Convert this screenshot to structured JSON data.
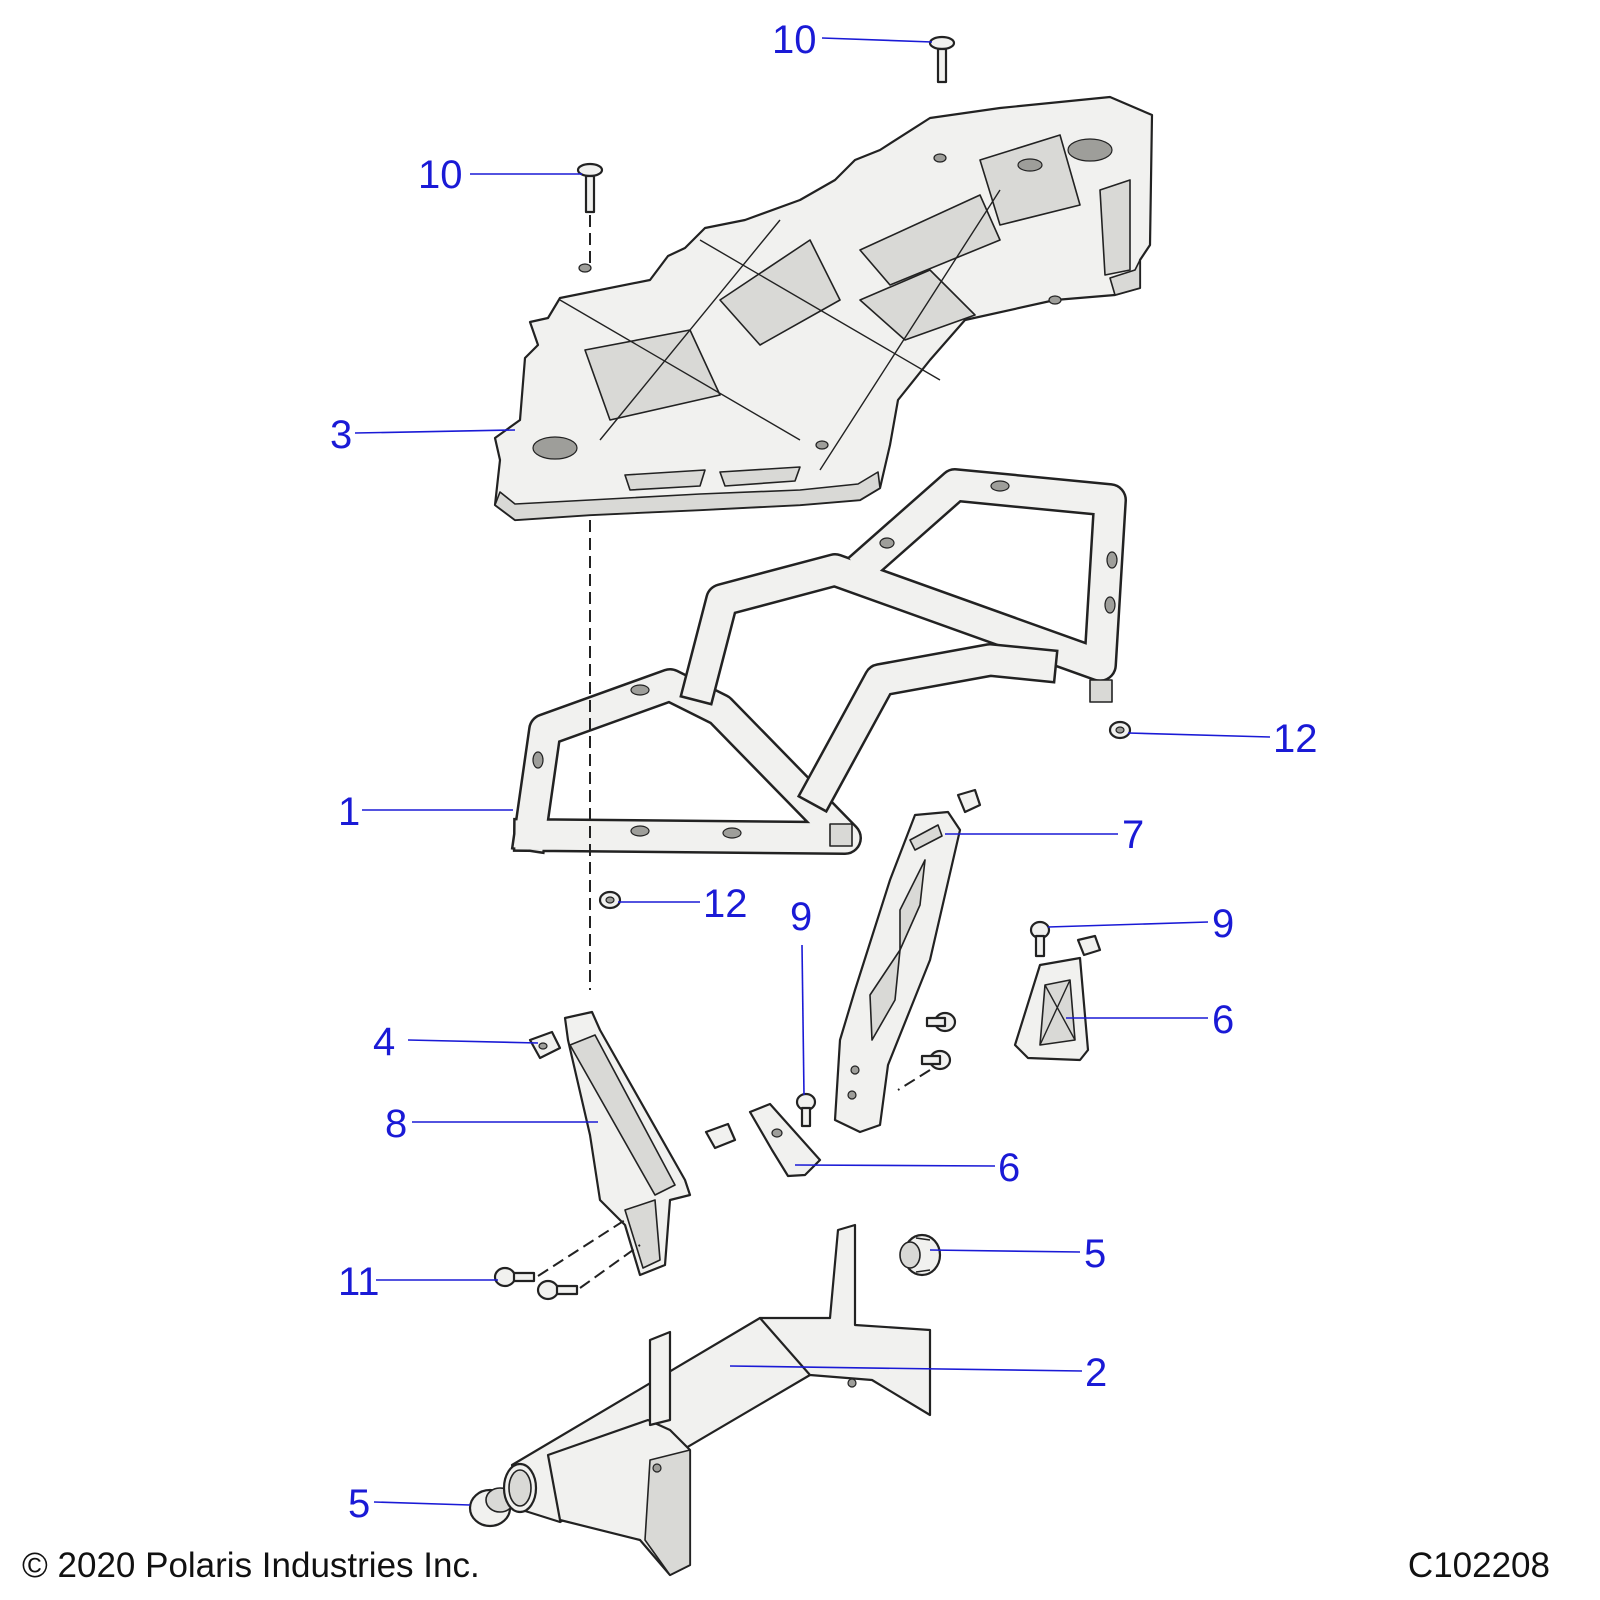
{
  "diagram": {
    "callouts": [
      {
        "id": "c10a",
        "label": "10"
      },
      {
        "id": "c10b",
        "label": "10"
      },
      {
        "id": "c3",
        "label": "3"
      },
      {
        "id": "c12a",
        "label": "12"
      },
      {
        "id": "c1",
        "label": "1"
      },
      {
        "id": "c7",
        "label": "7"
      },
      {
        "id": "c12b",
        "label": "12"
      },
      {
        "id": "c9a",
        "label": "9"
      },
      {
        "id": "c9b",
        "label": "9"
      },
      {
        "id": "c6a",
        "label": "6"
      },
      {
        "id": "c4",
        "label": "4"
      },
      {
        "id": "c8",
        "label": "8"
      },
      {
        "id": "c6b",
        "label": "6"
      },
      {
        "id": "c5a",
        "label": "5"
      },
      {
        "id": "c11",
        "label": "11"
      },
      {
        "id": "c2",
        "label": "2"
      },
      {
        "id": "c5b",
        "label": "5"
      }
    ],
    "callout_color": "#1a1ad6"
  },
  "footer": {
    "copyright": "© 2020 Polaris Industries Inc.",
    "drawing_id": "C102208"
  }
}
